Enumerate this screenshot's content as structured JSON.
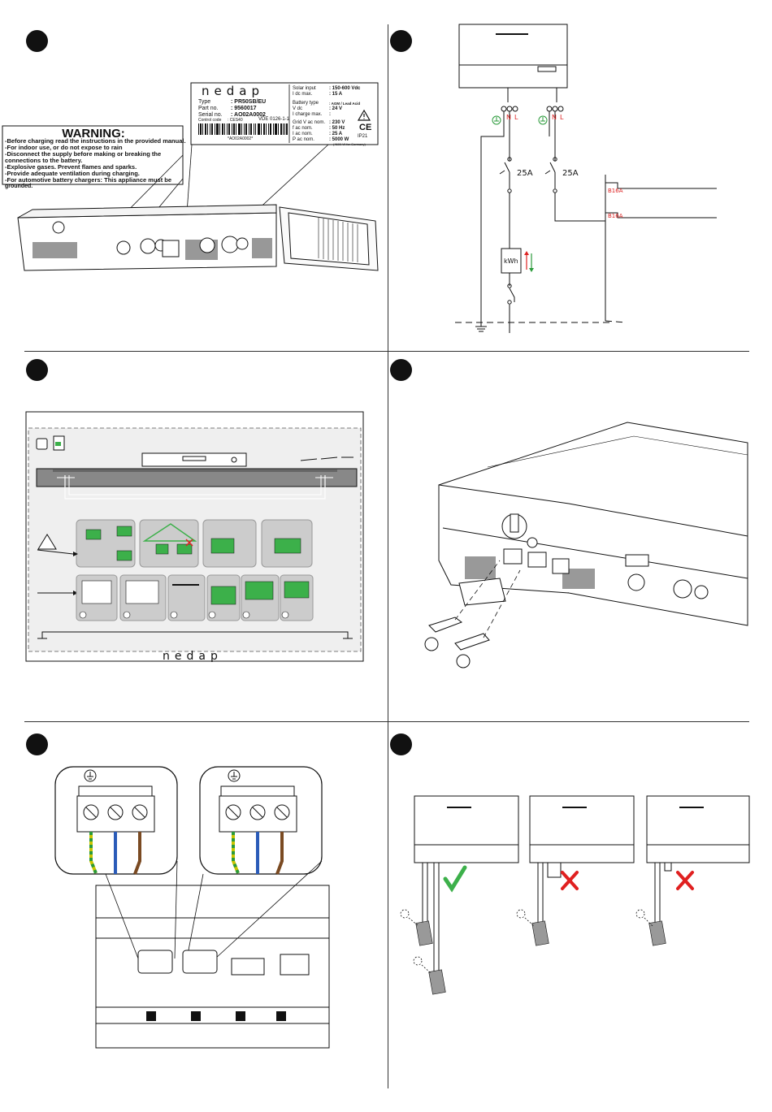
{
  "warning": {
    "title": "WARNING:",
    "lines": [
      "-Before charging read the instructions in the  provided manual.",
      "-For indoor use, or do not expose to rain",
      "-Disconnect the supply before making or breaking the",
      "  connections to the battery.",
      "-Explosive gases. Prevent flames and sparks.",
      "-Provide adequate ventilation during charging.",
      "-For automotive battery chargers: This appliance must be",
      "grounded."
    ]
  },
  "label": {
    "brand": "nedap",
    "type_key": "Type",
    "type_val": ": PR50SB/EU",
    "part_key": "Part no.",
    "part_val": ": 9560017",
    "serial_key": "Serial no.",
    "serial_val": ": AO02A0002",
    "control_key": "Control code",
    "control_val": ": CES40",
    "vde": "VDE 0126-1-1",
    "barcode_text": "*AO02A0002*",
    "solar_input_key": "Solar input",
    "solar_input_val": ": 150-600 Vdc",
    "idc_key": "I dc max.",
    "idc_val": ": 15 A",
    "battery_type_key": "Battery type",
    "battery_type_val": ": AGM / Lead Acid",
    "vdc_key": "V dc",
    "vdc_val": ": 24 V",
    "icharge_key": "I charge max.",
    "icharge_val": ":",
    "grid_v_key": "Grid V ac nom.",
    "grid_v_val": ": 230 V",
    "fac_key": "f ac nom.",
    "fac_val": ": 50 Hz",
    "iac_key": "I ac nom.",
    "iac_val": ": 25 A",
    "pac_key": "P ac nom.",
    "pac_val": ": 5000 W",
    "pac_note": "(4600 W for Germany)",
    "ce_mark": "CE",
    "ip_rating": "IP21"
  },
  "schematic": {
    "n_label": "N",
    "l_label": "L",
    "n_label_2": "N",
    "l_label_2": "L",
    "breaker_1": "25A",
    "breaker_2": "25A",
    "b16a_1": "B16A",
    "b16a_2": "B16A",
    "meter": "kWh",
    "colors": {
      "red": "#d22222",
      "green": "#2a9a3a"
    }
  },
  "brand_mark": "nedap",
  "panel5_ok_colors": {
    "check": "#3cb04a",
    "cross": "#e02020"
  },
  "icons": [
    "warning-triangle-icon",
    "ground-symbol-icon",
    "checkmark-icon",
    "cross-icon",
    "sun-icon",
    "solar-panel-icon",
    "arrow-icon"
  ]
}
